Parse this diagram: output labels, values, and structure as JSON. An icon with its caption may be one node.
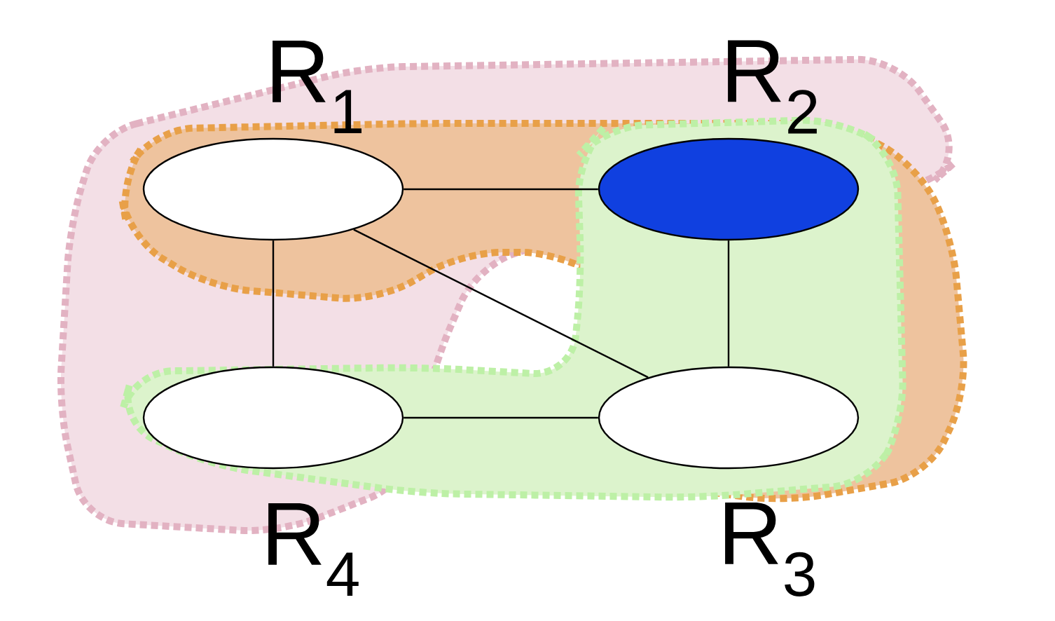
{
  "diagram": {
    "nodes": [
      {
        "text": [],
        "shape": "ellipse",
        "beside": [
          "R$_{1}$"
        ]
      },
      {
        "text": [],
        "shape": "ellipse",
        "beside": [
          "R$_{2}$"
        ]
      },
      {
        "text": [],
        "shape": "ellipse",
        "beside": [
          "R$_{4}$"
        ]
      },
      {
        "text": [],
        "shape": "ellipse",
        "beside": [
          "R$_{3}$"
        ]
      }
    ],
    "edges": [
      {
        "from": 0,
        "to": 1,
        "arrow": "none"
      },
      {
        "from": 0,
        "to": 2,
        "arrow": "none"
      },
      {
        "from": 0,
        "to": 3,
        "arrow": "none"
      },
      {
        "from": 1,
        "to": 3,
        "arrow": "none"
      },
      {
        "from": 2,
        "to": 3,
        "arrow": "none"
      }
    ]
  }
}
